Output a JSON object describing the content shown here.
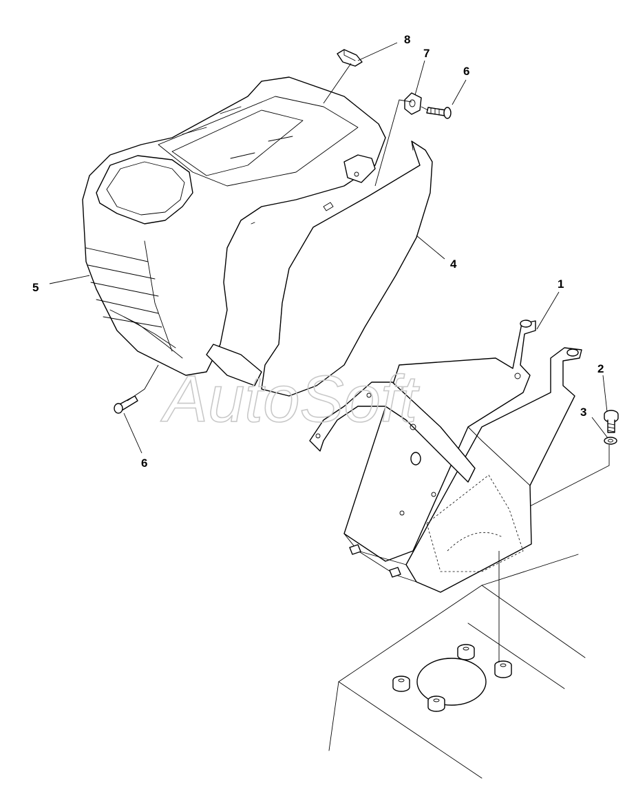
{
  "watermark": "AutoSoft",
  "callouts": [
    {
      "id": "c1",
      "label": "1"
    },
    {
      "id": "c2",
      "label": "2"
    },
    {
      "id": "c3",
      "label": "3"
    },
    {
      "id": "c4",
      "label": "4"
    },
    {
      "id": "c5",
      "label": "5"
    },
    {
      "id": "c6a",
      "label": "6"
    },
    {
      "id": "c6b",
      "label": "6"
    },
    {
      "id": "c7",
      "label": "7"
    },
    {
      "id": "c8",
      "label": "8"
    }
  ]
}
